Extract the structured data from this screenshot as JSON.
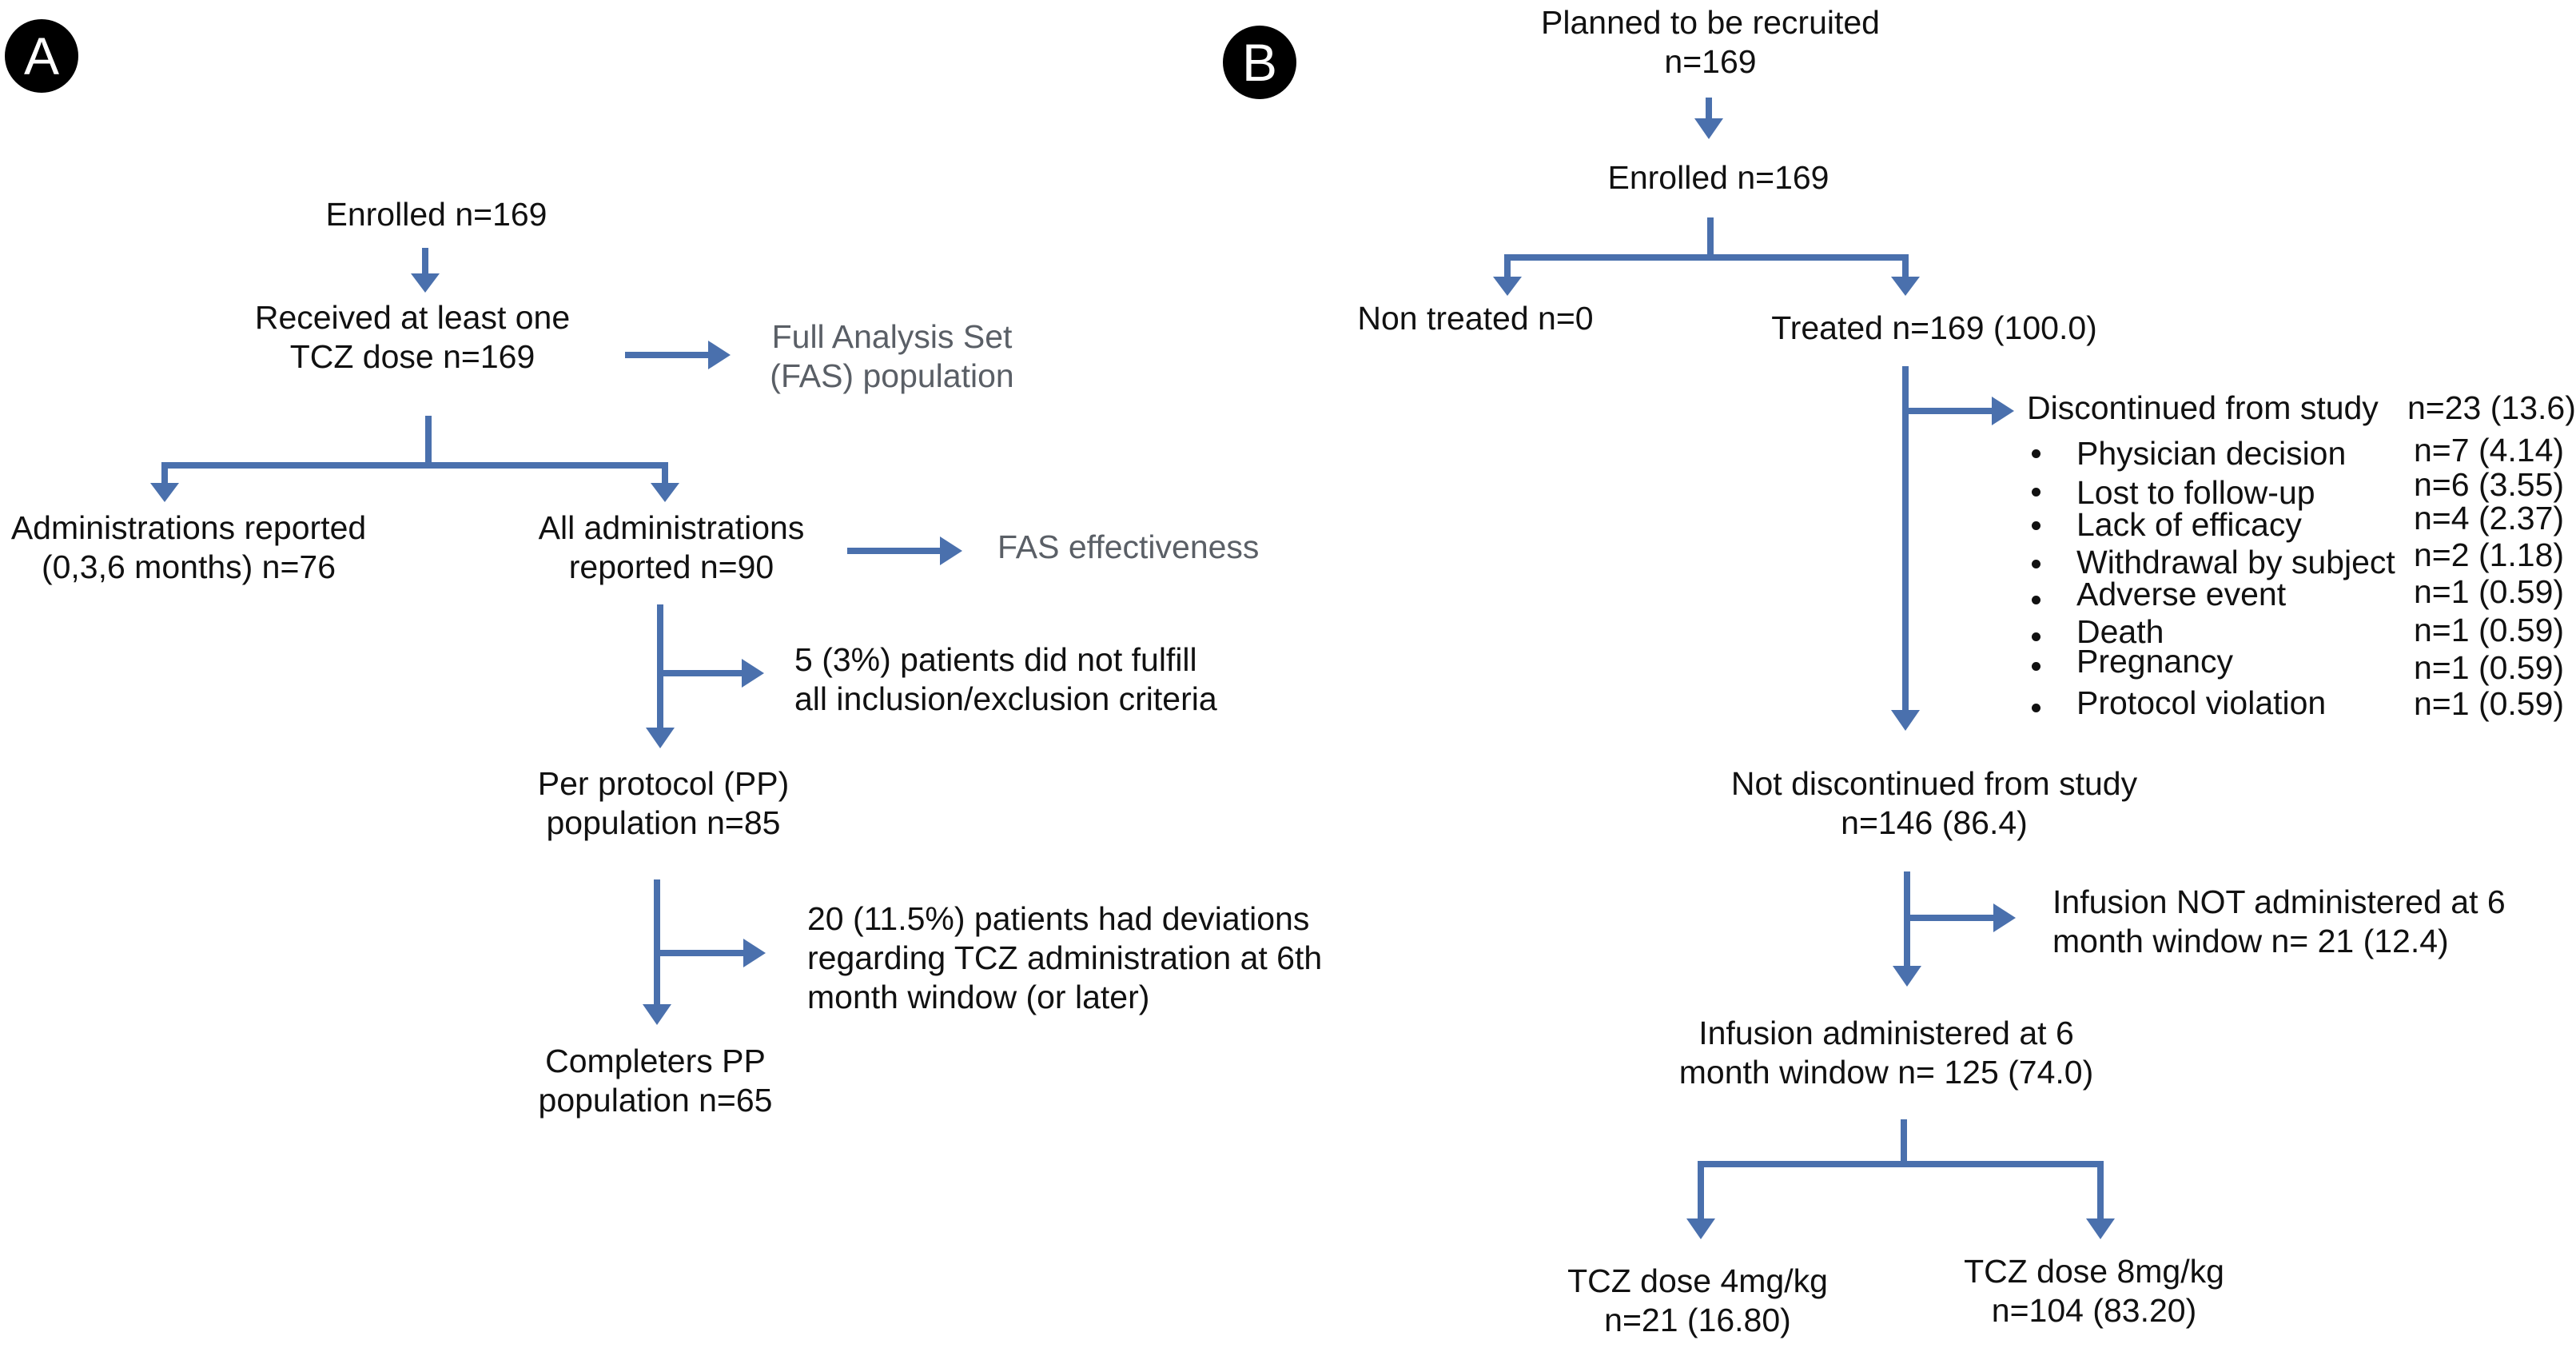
{
  "panel_a": {
    "badge": "A",
    "enrolled": "Enrolled  n=169",
    "received": [
      "Received at least one",
      "TCZ dose  n=169"
    ],
    "fas": [
      "Full Analysis Set",
      "(FAS) population"
    ],
    "admin_reported": [
      "Administrations reported",
      "(0,3,6 months) n=76"
    ],
    "all_admin": [
      "All administrations",
      "reported n=90"
    ],
    "fas_effectiveness": "FAS effectiveness",
    "criteria_note": [
      "5 (3%) patients did not fulfill",
      "all inclusion/exclusion criteria"
    ],
    "per_protocol": [
      "Per protocol (PP)",
      "population n=85"
    ],
    "deviation_note": [
      "20 (11.5%) patients had deviations",
      "regarding TCZ administration at 6th",
      "month window (or later)"
    ],
    "completers": [
      "Completers PP",
      "population n=65"
    ]
  },
  "panel_b": {
    "badge": "B",
    "planned": [
      "Planned to be recruited",
      "n=169"
    ],
    "enrolled": "Enrolled n=169",
    "non_treated": "Non treated n=0",
    "treated": "Treated n=169 (100.0)",
    "discontinued": {
      "label": "Discontinued from study",
      "value": "n=23 (13.6)"
    },
    "reasons": [
      {
        "label": "Physician decision",
        "value": "n=7  (4.14)"
      },
      {
        "label": "Lost to follow-up",
        "value": "n=6  (3.55)"
      },
      {
        "label": "Lack of efficacy",
        "value": "n=4  (2.37)"
      },
      {
        "label": "Withdrawal by subject",
        "value": "n=2  (1.18)"
      },
      {
        "label": "Adverse event",
        "value": "n=1  (0.59)"
      },
      {
        "label": "Death",
        "value": "n=1  (0.59)"
      },
      {
        "label": "Pregnancy",
        "value": "n=1  (0.59)"
      },
      {
        "label": "Protocol violation",
        "value": "n=1  (0.59)"
      }
    ],
    "not_discontinued": [
      "Not discontinued from study",
      "n=146 (86.4)"
    ],
    "infusion_not": [
      "Infusion NOT administered at 6",
      "month window n= 21 (12.4)"
    ],
    "infusion_admin": [
      "Infusion administered at 6",
      "month window n= 125 (74.0)"
    ],
    "dose_4": [
      "TCZ dose 4mg/kg",
      "n=21 (16.80)"
    ],
    "dose_8": [
      "TCZ dose 8mg/kg",
      "n=104 (83.20)"
    ]
  },
  "colors": {
    "connector": "#4a70ad",
    "outcome_text": "#5a5f66"
  }
}
